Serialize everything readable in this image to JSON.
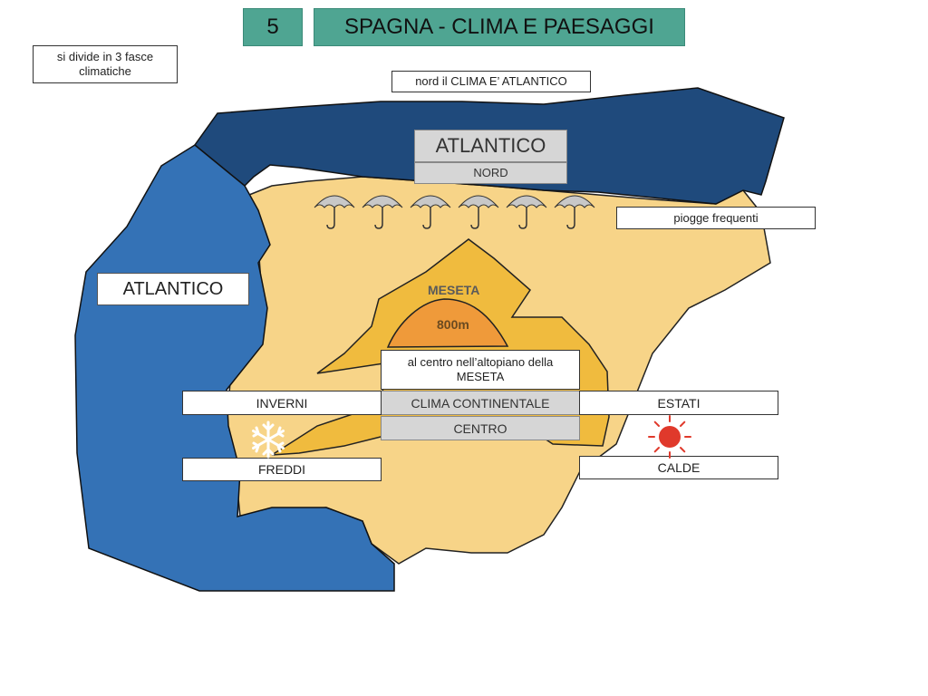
{
  "header": {
    "slide_number": "5",
    "title": "SPAGNA - CLIMA E PAESAGGI"
  },
  "intro_note": "si divide in 3 fasce climatiche",
  "north": {
    "note": "nord il CLIMA E’ ATLANTICO",
    "sea_label": "ATLANTICO",
    "region_label": "NORD",
    "rain_note": "piogge frequenti",
    "umbrella_count": 6
  },
  "west": {
    "sea_label": "ATLANTICO"
  },
  "center": {
    "meseta_label": "MESETA",
    "altitude_label": "800m",
    "note": "al centro nell’altopiano della MESETA",
    "climate_label": "CLIMA CONTINENTALE",
    "region_label": "CENTRO"
  },
  "winter": {
    "label": "INVERNI",
    "desc": "FREDDI"
  },
  "summer": {
    "label": "ESTATI",
    "desc": "CALDE"
  },
  "colors": {
    "teal": "#4fa592",
    "north_sea": "#1f4a7c",
    "west_sea": "#3472b6",
    "land": "#f7d488",
    "meseta": "#f0bb3e",
    "plateau_peak": "#ef9a3a",
    "sun": "#e0392b"
  }
}
